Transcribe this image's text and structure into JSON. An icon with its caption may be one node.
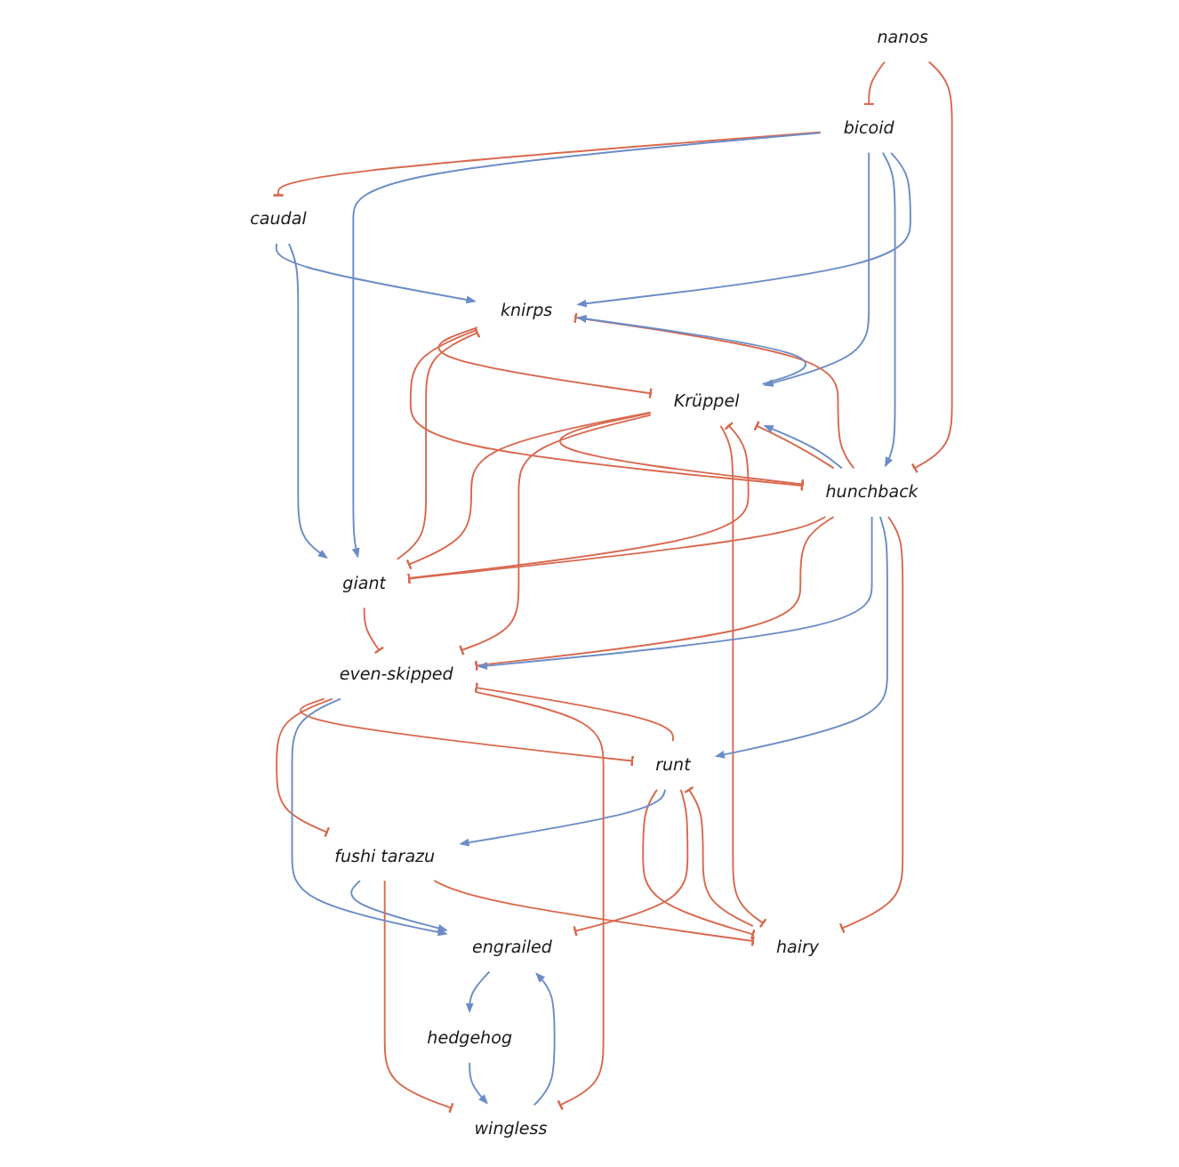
{
  "diagram": {
    "nodes": [
      {
        "text": [
          "caudal"
        ]
      },
      {
        "text": [
          "bicoid"
        ]
      },
      {
        "text": [
          "nanos"
        ]
      },
      {
        "text": [
          "giant"
        ]
      },
      {
        "text": [
          "Krüppel"
        ]
      },
      {
        "text": [
          "hunchback"
        ]
      },
      {
        "text": [
          "knirps"
        ]
      },
      {
        "text": [
          "fushi tarazu"
        ]
      },
      {
        "text": [
          "even-skipped"
        ]
      },
      {
        "text": [
          "runt"
        ]
      },
      {
        "text": [
          "hairy"
        ]
      },
      {
        "text": [
          "engrailed"
        ]
      },
      {
        "text": [
          "hedgehog"
        ]
      },
      {
        "text": [
          "wingless"
        ]
      }
    ],
    "edges": [
      {
        "from": 1,
        "to": 0,
        "arrow": "other"
      },
      {
        "from": 2,
        "to": 1,
        "arrow": "other"
      },
      {
        "from": 3,
        "to": 6,
        "arrow": "other"
      },
      {
        "from": 0,
        "to": 6,
        "arrow": "to",
        "color": "#6b8cc7"
      },
      {
        "from": 0,
        "to": 3,
        "arrow": "to",
        "color": "#6b8cc7"
      },
      {
        "from": 1,
        "to": 3,
        "arrow": "to",
        "color": "#6b8cc7"
      },
      {
        "from": 1,
        "to": 4,
        "arrow": "to",
        "color": "#6b8cc7"
      },
      {
        "from": 1,
        "to": 5,
        "arrow": "to",
        "color": "#6b8cc7"
      },
      {
        "from": 1,
        "to": 6,
        "arrow": "to",
        "color": "#6b8cc7"
      },
      {
        "from": 2,
        "to": 5,
        "arrow": "other"
      },
      {
        "from": 5,
        "to": 3,
        "arrow": "other"
      },
      {
        "from": 6,
        "to": 4,
        "arrow": "other"
      },
      {
        "from": 3,
        "to": 4,
        "arrow": "other"
      },
      {
        "from": 4,
        "to": 3,
        "arrow": "other"
      },
      {
        "from": 4,
        "to": 5,
        "arrow": "other"
      },
      {
        "from": 5,
        "to": 4,
        "arrow": "other"
      },
      {
        "from": 5,
        "to": 6,
        "arrow": "other"
      },
      {
        "from": 6,
        "to": 5,
        "arrow": "other"
      },
      {
        "from": 5,
        "to": 4,
        "arrow": "to",
        "color": "#6b8cc7"
      },
      {
        "from": 4,
        "to": 6,
        "arrow": "to",
        "color": "#6b8cc7"
      },
      {
        "from": 3,
        "to": 8,
        "arrow": "other"
      },
      {
        "from": 4,
        "to": 8,
        "arrow": "other"
      },
      {
        "from": 4,
        "to": 10,
        "arrow": "other"
      },
      {
        "from": 5,
        "to": 8,
        "arrow": "other"
      },
      {
        "from": 5,
        "to": 8,
        "arrow": "to",
        "color": "#6b8cc7"
      },
      {
        "from": 5,
        "to": 9,
        "arrow": "to",
        "color": "#6b8cc7"
      },
      {
        "from": 5,
        "to": 10,
        "arrow": "other"
      },
      {
        "from": 8,
        "to": 9,
        "arrow": "other"
      },
      {
        "from": 9,
        "to": 8,
        "arrow": "other"
      },
      {
        "from": 9,
        "to": 10,
        "arrow": "other"
      },
      {
        "from": 10,
        "to": 9,
        "arrow": "other"
      },
      {
        "from": 8,
        "to": 7,
        "arrow": "other"
      },
      {
        "from": 7,
        "to": 11,
        "arrow": "to",
        "color": "#6b8cc7"
      },
      {
        "from": 7,
        "to": 13,
        "arrow": "other"
      },
      {
        "from": 7,
        "to": 10,
        "arrow": "other"
      },
      {
        "from": 9,
        "to": 7,
        "arrow": "to",
        "color": "#6b8cc7"
      },
      {
        "from": 9,
        "to": 11,
        "arrow": "other"
      },
      {
        "from": 8,
        "to": 11,
        "arrow": "to",
        "color": "#6b8cc7"
      },
      {
        "from": 8,
        "to": 13,
        "arrow": "other"
      },
      {
        "from": 11,
        "to": 12,
        "arrow": "to",
        "color": "#6b8cc7"
      },
      {
        "from": 12,
        "to": 13,
        "arrow": "to",
        "color": "#6b8cc7"
      },
      {
        "from": 13,
        "to": 11,
        "arrow": "to",
        "color": "#6b8cc7"
      }
    ]
  }
}
